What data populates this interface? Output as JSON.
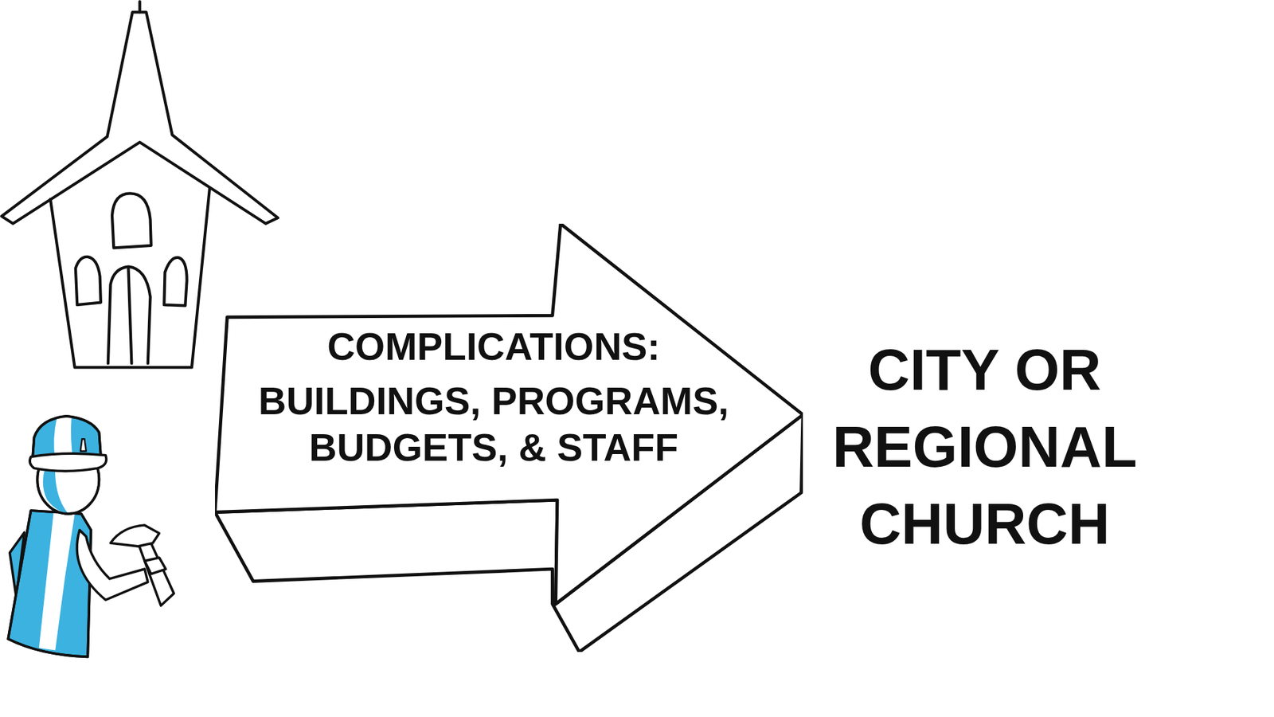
{
  "diagram": {
    "nodes": [
      {
        "text": [
          "COMPLICATIONS:",
          "BUILDINGS, PROGRAMS, BUDGETS, & STAFF"
        ]
      }
    ],
    "labels": [
      "CITY OR REGIONAL CHURCH"
    ]
  }
}
